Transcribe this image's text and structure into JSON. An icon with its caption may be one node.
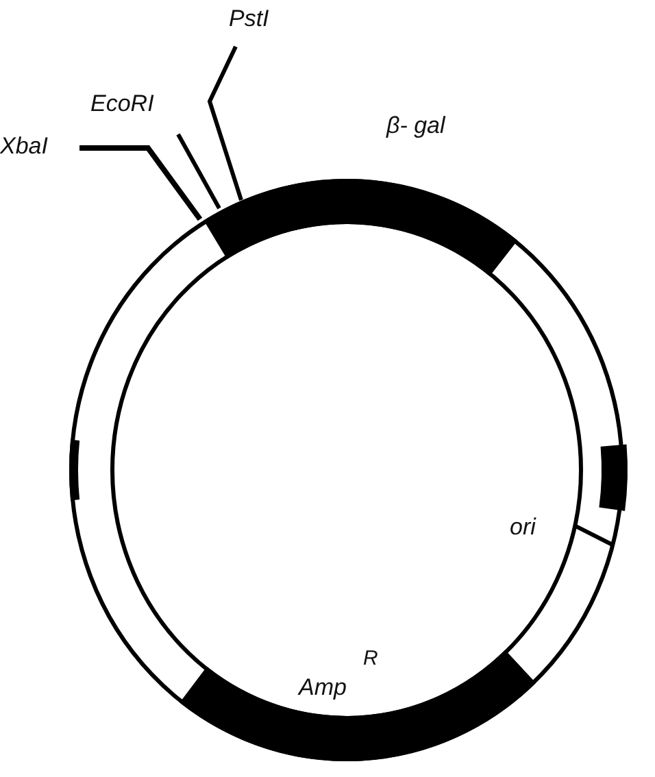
{
  "diagram": {
    "nodes": [
      {
        "text": [
          "XbaI"
        ]
      },
      {
        "text": [
          "EcoRI"
        ]
      },
      {
        "text": [
          "PstI"
        ]
      }
    ],
    "edges": [
      {
        "from": 0,
        "to": null,
        "arrow": "none"
      },
      {
        "from": 1,
        "to": null,
        "arrow": "none"
      },
      {
        "from": 2,
        "to": null,
        "arrow": "none"
      }
    ],
    "labels": [
      "β- gal",
      "ori",
      "Amp$^{R}$"
    ]
  }
}
